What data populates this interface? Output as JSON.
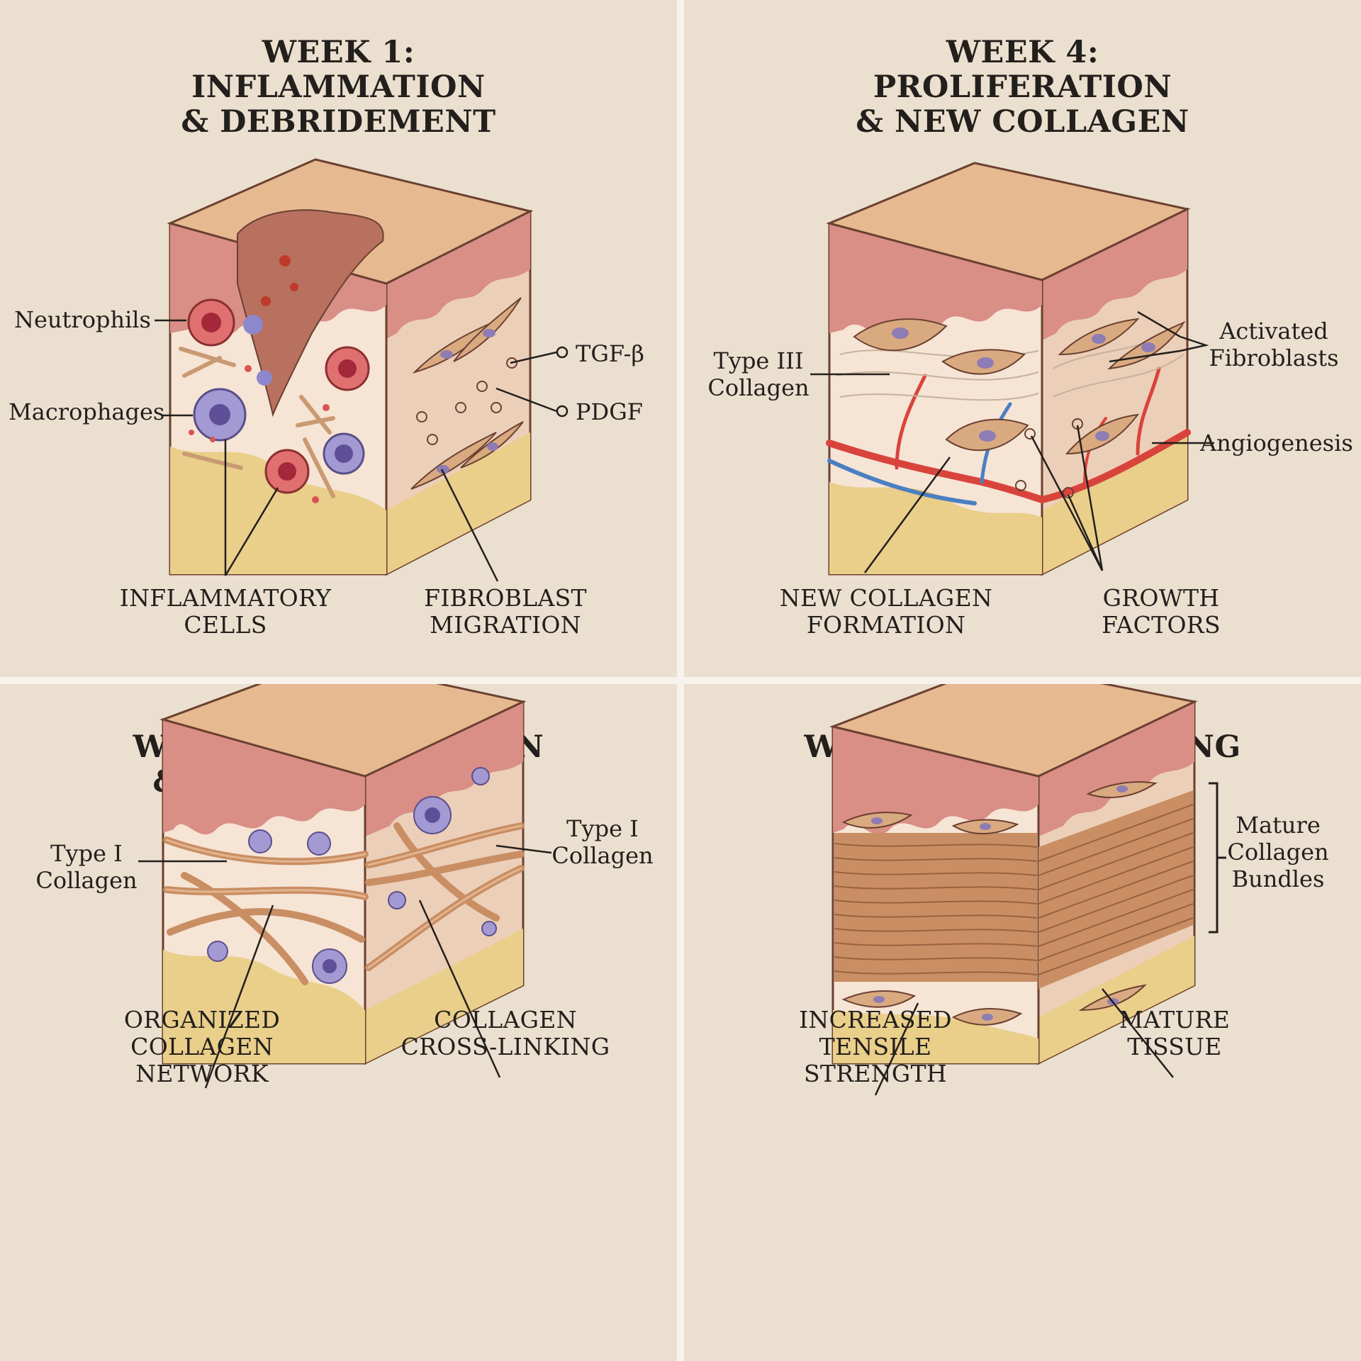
{
  "panels": [
    {
      "title": [
        "WEEK 1:",
        "INFLAMMATION",
        "& DEBRIDEMENT"
      ],
      "labels": {
        "neutrophils": "Neutrophils",
        "macrophages": "Macrophages",
        "tgf": "TGF-β",
        "pdgf": "PDGF",
        "inflammatory_cells": [
          "INFLAMMATORY",
          "CELLS"
        ],
        "fibroblast_migration": [
          "FIBROBLAST",
          "MIGRATION"
        ]
      }
    },
    {
      "title": [
        "WEEK 4:",
        "PROLIFERATION",
        "& NEW COLLAGEN"
      ],
      "labels": {
        "type3_collagen": [
          "Type III",
          "Collagen"
        ],
        "activated_fibroblasts": [
          "Activated",
          "Fibroblasts"
        ],
        "angiogenesis": "Angiogenesis",
        "new_collagen_formation": [
          "NEW COLLAGEN",
          "FORMATION"
        ],
        "growth_factors": [
          "GROWTH",
          "FACTORS"
        ]
      }
    },
    {
      "title": [
        "WEEK 8: MATURATION",
        "& REORGANIZATION"
      ],
      "labels": {
        "type1_collagen_left": [
          "Type I",
          "Collagen"
        ],
        "type1_collagen_right": [
          "Type I",
          "Collagen"
        ],
        "organized_network": [
          "ORGANIZED",
          "COLLAGEN",
          "NETWORK"
        ],
        "cross_linking": [
          "COLLAGEN",
          "CROSS-LINKING"
        ]
      }
    },
    {
      "title": [
        "WEEK 12: REMODELING",
        "& CROSS-LINKING"
      ],
      "labels": {
        "mature_bundles": [
          "Mature",
          "Collagen",
          "Bundles"
        ],
        "tensile_strength": [
          "INCREASED",
          "TENSILE",
          "STRENGTH"
        ],
        "mature_tissue": [
          "MATURE",
          "TISSUE"
        ]
      }
    }
  ],
  "colors": {
    "background": "#ebe0cf",
    "skin_top": "#e6b990",
    "epidermis": "#d98e86",
    "dermis": "#f6e4d5",
    "fat": "#e9cf8a",
    "side": "#eccfb8",
    "outline": "#6b4030",
    "collagen": "#c98e63",
    "vessel_red": "#d8443c",
    "vessel_blue": "#4a7fc1",
    "fibroblast": "#d9aa80",
    "nucleus": "#8e7cb4"
  }
}
